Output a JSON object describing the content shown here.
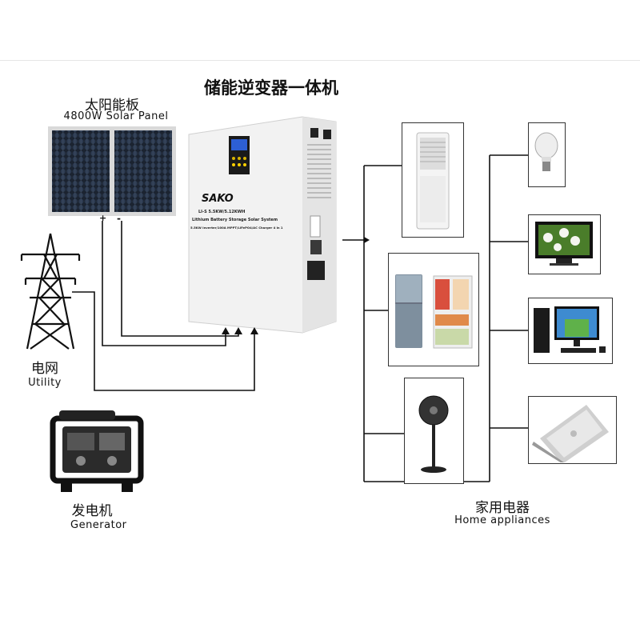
{
  "title": "储能逆变器一体机",
  "solar": {
    "label_cn": "太阳能板",
    "label_en": "4800W Solar Panel",
    "plus": "+",
    "minus": "-"
  },
  "utility": {
    "label_cn": "电网",
    "label_en": "Utility"
  },
  "generator": {
    "label_cn": "发电机",
    "label_en": "Generator"
  },
  "appliances": {
    "label_cn": "家用电器",
    "label_en": "Home appliances"
  },
  "inverter": {
    "brand": "SAKO",
    "line1": "LI-S 5.5KW/5.12KWH",
    "line2": "Lithium Battery Storage Solar System",
    "line3": "5.5KW Inverter/100A MPPT/LiFePO4/AC Charger 4 in 1"
  },
  "icons": [
    "solar-panel-icon",
    "power-tower-icon",
    "generator-icon",
    "inverter-icon",
    "air-conditioner-icon",
    "refrigerator-icon",
    "fan-icon",
    "light-bulb-icon",
    "television-icon",
    "desktop-computer-icon",
    "laptop-icon"
  ]
}
